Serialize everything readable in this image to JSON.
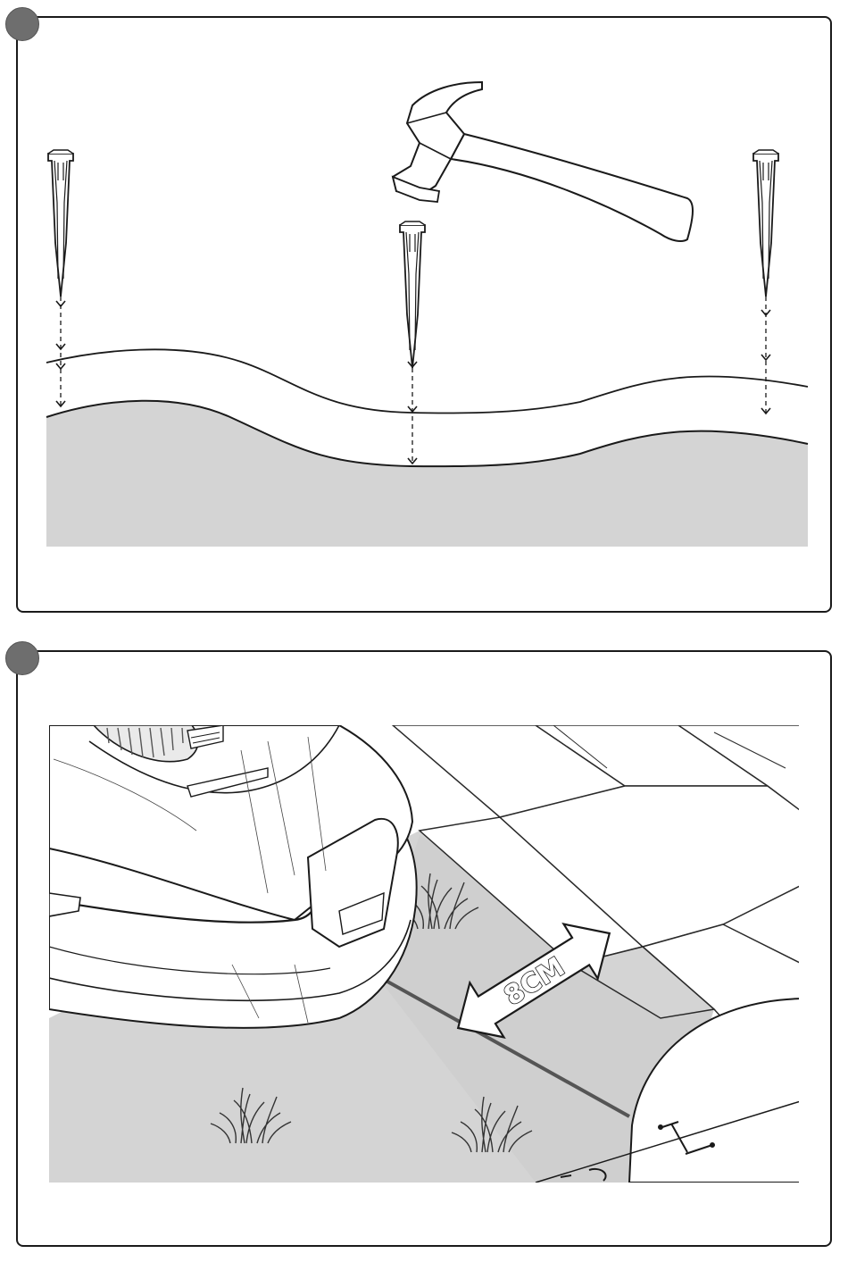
{
  "diagram": {
    "steps": [
      {
        "name": "install-pegs-with-hammer"
      },
      {
        "name": "wire-distance-from-edge"
      }
    ],
    "distance_label": "8CM",
    "colors": {
      "ground": "#d4d4d4",
      "outline": "#1a1a1a",
      "step_marker": "#6e6e6e"
    },
    "icons": [
      "hammer-icon",
      "peg-icon",
      "mower-icon",
      "grass-icon",
      "paving-icon",
      "double-arrow-icon"
    ]
  }
}
